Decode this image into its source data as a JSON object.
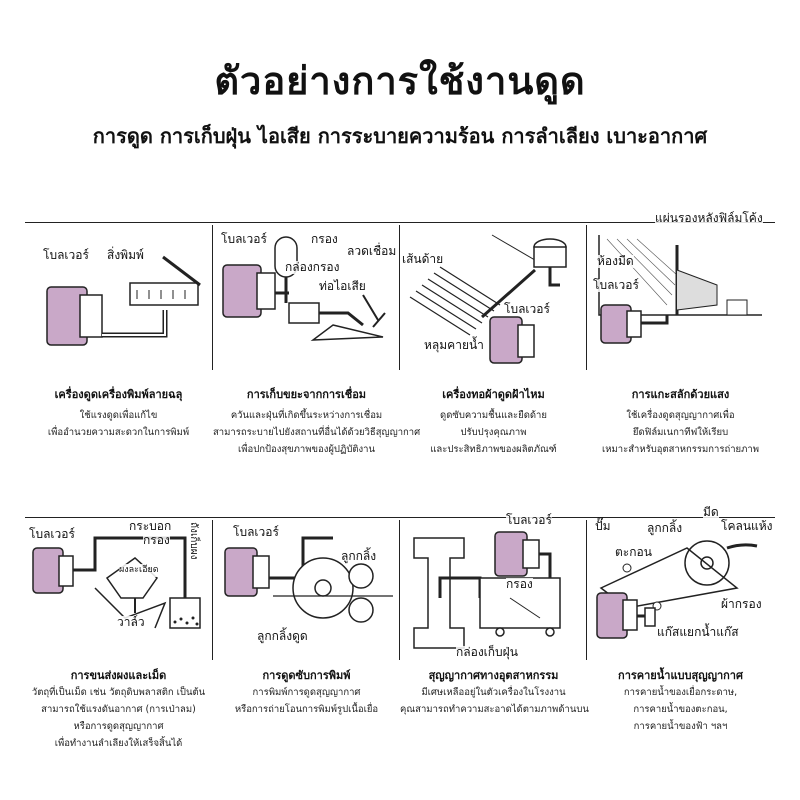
{
  "title": "ตัวอย่างการใช้งานดูด",
  "subtitle": "การดูด การเก็บฝุ่น ไอเสีย การระบายความร้อน การลำเลียง เบาะอากาศ",
  "panels": [
    {
      "labels": [
        "โบลเวอร์",
        "สิ่งพิมพ์"
      ],
      "caption_title": "เครื่องดูดเครื่องพิมพ์ลายฉลุ",
      "caption_lines": [
        "ใช้แรงดูดเพื่อแก้ไข",
        "เพื่ออำนวยความสะดวกในการพิมพ์"
      ]
    },
    {
      "labels": [
        "โบลเวอร์",
        "กรอง",
        "กล่องกรอง",
        "ลวดเชื่อม",
        "ท่อไอเสีย"
      ],
      "caption_title": "การเก็บขยะจากการเชื่อม",
      "caption_lines": [
        "ควันและฝุ่นที่เกิดขึ้นระหว่างการเชื่อม",
        "สามารถระบายไปยังสถานที่อื่นได้ด้วยวิธีสุญญากาศ",
        "เพื่อปกป้องสุขภาพของผู้ปฏิบัติงาน"
      ]
    },
    {
      "labels": [
        "เส้นด้าย",
        "โบลเวอร์",
        "หลุมคายน้ำ"
      ],
      "caption_title": "เครื่องทอผ้าดูดฝ้าไหม",
      "caption_lines": [
        "ดูดซับความชื้นและยืดด้าย",
        "ปรับปรุงคุณภาพ",
        "และประสิทธิภาพของผลิตภัณฑ์"
      ]
    },
    {
      "labels": [
        "แผ่นรองหลังฟิล์มโค้ง",
        "ห้องมืด",
        "โบลเวอร์"
      ],
      "caption_title": "การแกะสลักด้วยแสง",
      "caption_lines": [
        "ใช้เครื่องดูดสุญญากาศเพื่อ",
        "ยึดฟิล์มเนกาทีฟให้เรียบ",
        "เหมาะสำหรับอุตสาหกรรมการถ่ายภาพ"
      ]
    },
    {
      "labels": [
        "โบลเวอร์",
        "กระบอก",
        "กรอง",
        "วาล์ว",
        "ผงละเอียด",
        "ถังเก็บผง"
      ],
      "caption_title": "การขนส่งผงและเม็ด",
      "caption_lines": [
        "วัตถุที่เป็นเม็ด เช่น วัตถุดิบพลาสติก เป็นต้น",
        "สามารถใช้แรงดันอากาศ (การเป่าลม)",
        "หรือการดูดสุญญากาศ",
        "เพื่อทำงานลำเลียงให้เสร็จสิ้นได้"
      ]
    },
    {
      "labels": [
        "โบลเวอร์",
        "ลูกกลิ้ง",
        "ลูกกลิ้งดูด"
      ],
      "caption_title": "การดูดซับการพิมพ์",
      "caption_lines": [
        "การพิมพ์การดูดสุญญากาศ",
        "หรือการถ่ายโอนการพิมพ์รูปเนื้อเยื่อ"
      ]
    },
    {
      "labels": [
        "โบลเวอร์",
        "กรอง",
        "กล่องเก็บฝุ่น"
      ],
      "caption_title": "สุญญากาศทางอุตสาหกรรม",
      "caption_lines": [
        "มีเศษเหลืออยู่ในตัวเครื่องในโรงงาน",
        "คุณสามารถทำความสะอาดได้ตามภาพด้านบน"
      ]
    },
    {
      "labels": [
        "ปั๊ม",
        "ลูกกลิ้ง",
        "มีด",
        "โคลนแห้ง",
        "ตะกอน",
        "ผ้ากรอง",
        "แก๊สแยกน้ำแก๊ส"
      ],
      "caption_title": "การคายน้ำแบบสุญญากาศ",
      "caption_lines": [
        "การคายน้ำของเยื่อกระดาษ,",
        "การคายน้ำของตะกอน,",
        "การคายน้ำของฟ้า ฯลฯ"
      ]
    }
  ],
  "colors": {
    "motor": "#c9a8c8",
    "line": "#222222",
    "background": "#ffffff"
  }
}
